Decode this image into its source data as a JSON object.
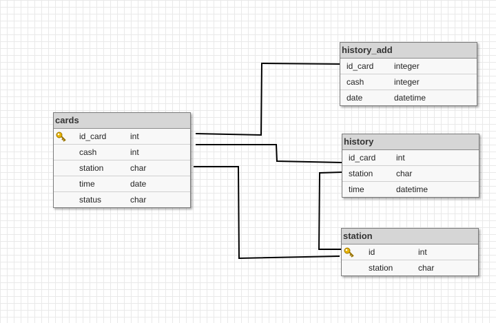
{
  "tables": {
    "cards": {
      "name": "cards",
      "fields": [
        {
          "name": "id_card",
          "type": "int",
          "primary_key": true
        },
        {
          "name": "cash",
          "type": "int"
        },
        {
          "name": "station",
          "type": "char"
        },
        {
          "name": "time",
          "type": "date"
        },
        {
          "name": "status",
          "type": "char"
        }
      ]
    },
    "history_add": {
      "name": "history_add",
      "fields": [
        {
          "name": "id_card",
          "type": "integer"
        },
        {
          "name": "cash",
          "type": "integer"
        },
        {
          "name": "date",
          "type": "datetime"
        }
      ]
    },
    "history": {
      "name": "history",
      "fields": [
        {
          "name": "id_card",
          "type": "int"
        },
        {
          "name": "station",
          "type": "char"
        },
        {
          "name": "time",
          "type": "datetime"
        }
      ]
    },
    "station": {
      "name": "station",
      "fields": [
        {
          "name": "id",
          "type": "int",
          "primary_key": true
        },
        {
          "name": "station",
          "type": "char"
        }
      ]
    }
  },
  "relationships": [
    {
      "from": "cards.id_card",
      "to": "history_add.id_card"
    },
    {
      "from": "cards.cash",
      "to": "history.id_card"
    },
    {
      "from": "cards.station",
      "to": "station.id"
    },
    {
      "from": "history.station",
      "to": "station.id"
    }
  ],
  "colors": {
    "header_bg": "#d6d6d6",
    "row_bg": "#f8f8f8",
    "grid": "#e9e9e9",
    "connector": "#000000",
    "key_icon": "#e8b400"
  }
}
